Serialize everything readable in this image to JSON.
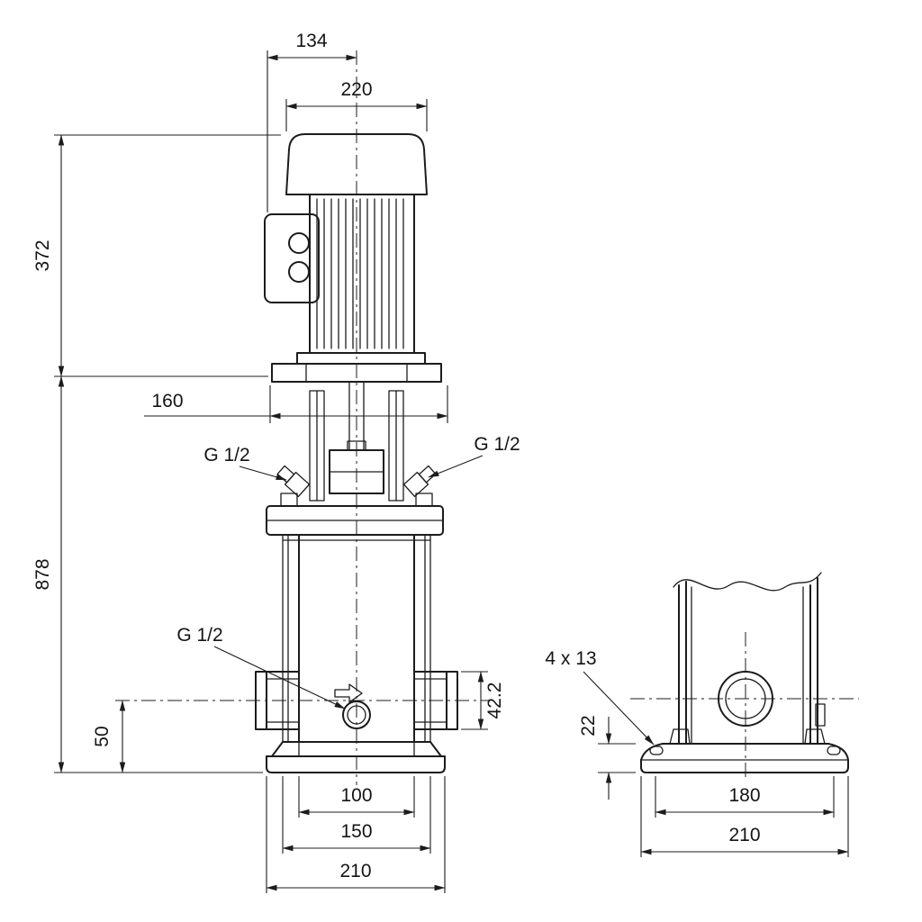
{
  "drawing": {
    "colors": {
      "line": "#1c1c1c",
      "background": "#ffffff"
    }
  },
  "front_view": {
    "dims": {
      "d134": "134",
      "d220": "220",
      "d372": "372",
      "d160": "160",
      "d878": "878",
      "g_left": "G 1/2",
      "g_right": "G 1/2",
      "g_drain": "G 1/2",
      "d42": "42.2",
      "d50": "50",
      "d100": "100",
      "d150": "150",
      "d210": "210"
    }
  },
  "side_view": {
    "dims": {
      "holes": "4 x 13",
      "d22": "22",
      "d180": "180",
      "d210": "210"
    }
  }
}
